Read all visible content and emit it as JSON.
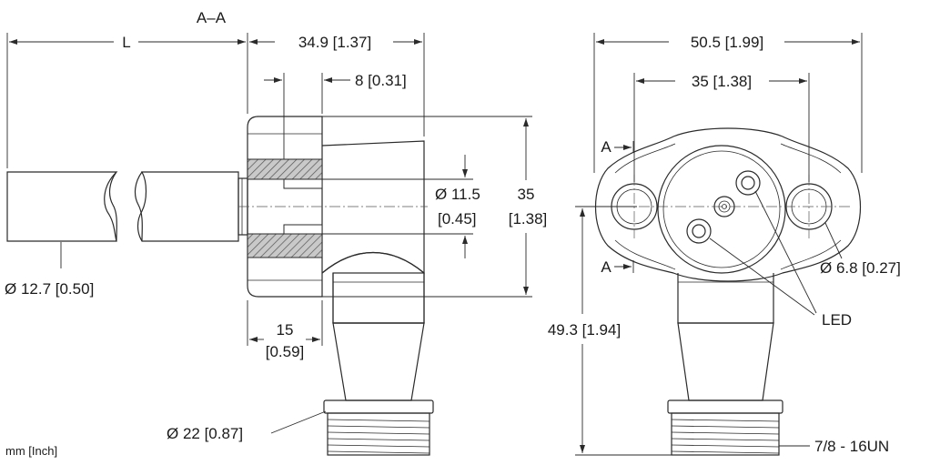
{
  "section_label": "A–A",
  "side_view": {
    "cable_length": "L",
    "overall_depth": "34.9 [1.37]",
    "flange_thickness": "8 [0.31]",
    "bore_dia_line1": "Ø 11.5",
    "bore_dia_line2": "[0.45]",
    "height_line1": "35",
    "height_line2": "[1.38]",
    "cable_dia": "Ø 12.7 [0.50]",
    "offset_line1": "15",
    "offset_line2": "[0.59]",
    "connector_dia": "Ø 22 [0.87]"
  },
  "front_view": {
    "overall_width": "50.5 [1.99]",
    "hole_spacing": "35 [1.38]",
    "section_mark_top": "A",
    "section_mark_bottom": "A",
    "hole_dia": "Ø 6.8 [0.27]",
    "led_label": "LED",
    "overall_height": "49.3 [1.94]",
    "thread": "7/8 - 16UN"
  },
  "units_note": "mm [Inch]"
}
